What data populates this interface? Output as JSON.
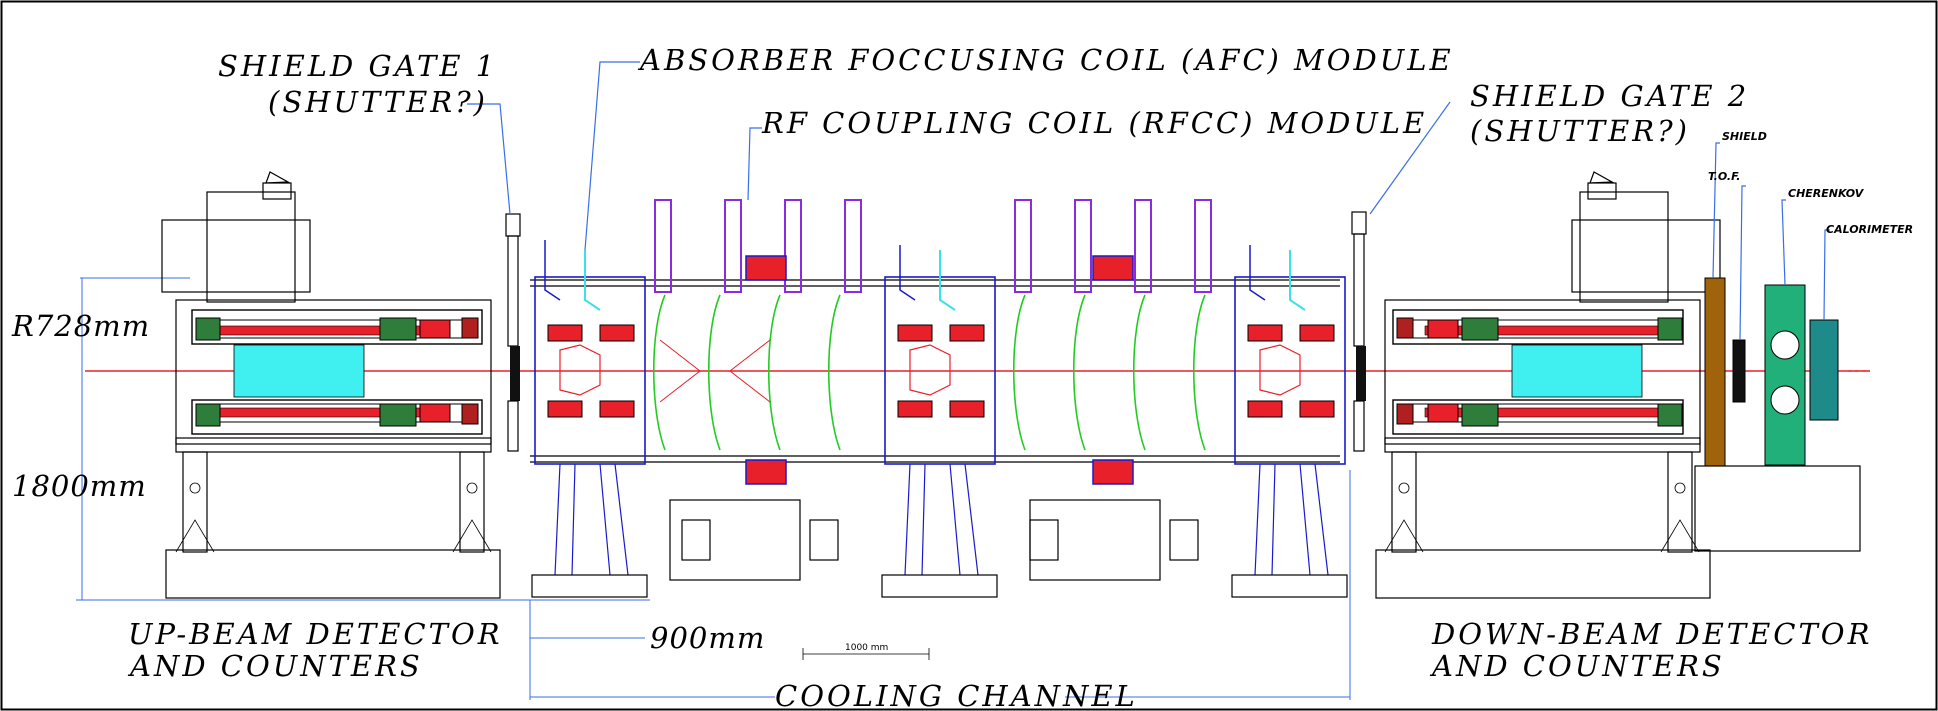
{
  "labels": {
    "shield_gate_1": [
      "SHIELD GATE 1",
      "(SHUTTER?)"
    ],
    "shield_gate_2": [
      "SHIELD GATE 2",
      "(SHUTTER?)"
    ],
    "afc_module": "ABSORBER FOCCUSING COIL (AFC) MODULE",
    "rfcc_module": "RF COUPLING COIL (RFCC) MODULE",
    "up_beam": [
      "UP-BEAM DETECTOR",
      "AND COUNTERS"
    ],
    "down_beam": [
      "DOWN-BEAM DETECTOR",
      "AND COUNTERS"
    ],
    "cooling_channel": "COOLING CHANNEL",
    "shield": "SHIELD",
    "tof": "T.O.F.",
    "cherenkov": "CHERENKOV",
    "calorimeter": "CALORIMETER"
  },
  "dimensions": {
    "radius": "R728mm",
    "height": "1800mm",
    "spacing": "900mm",
    "scale_bar": "1000 mm"
  },
  "colors": {
    "frame": "#000000",
    "leader": "#3a6ee8",
    "coil_red": "#e8202a",
    "coil_dark": "#b02020",
    "coil_green": "#2e7d3a",
    "beam_line": "#e8202a",
    "cyan_detector": "#40f0f0",
    "afc_blue": "#1a1acc",
    "rf_purple": "#8a2be2",
    "rf_green": "#22cc22",
    "absorber_cyan": "#3ce0e8",
    "shield_brown": "#a0620a",
    "cherenkov_green": "#22b07a",
    "calorimeter_teal": "#1f8a8a",
    "tof_black": "#111111"
  }
}
